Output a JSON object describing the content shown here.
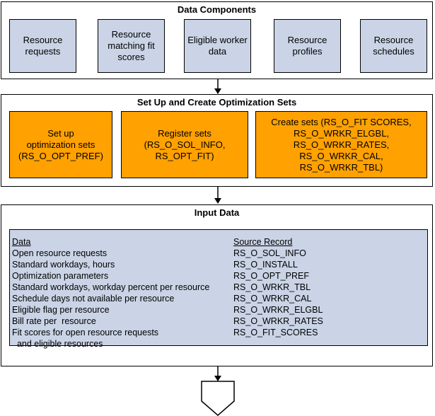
{
  "data_components": {
    "title": "Data Components",
    "boxes": [
      "Resource\nrequests",
      "Resource\nmatching fit\nscores",
      "Eligible worker\ndata",
      "Resource\nprofiles",
      "Resource\nschedules"
    ],
    "fill_color": "#cad4e6"
  },
  "optimization_sets": {
    "title": "Set Up and Create Optimization Sets",
    "boxes": [
      "Set up\noptimization sets\n(RS_O_OPT_PREF)",
      "Register sets\n(RS_O_SOL_INFO,\nRS_OPT_FIT)",
      "Create sets (RS_O_FIT SCORES,\nRS_O_WRKR_ELGBL,\nRS_O_WRKR_RATES,\nRS_O_WRKR_CAL,\nRS_O_WRKR_TBL)"
    ],
    "fill_color": "#ffa100"
  },
  "input_data": {
    "title": "Input Data",
    "data_header": "Data",
    "source_header": "Source Record",
    "data_rows": [
      "Open resource requests",
      "Standard workdays, hours",
      "Optimization parameters",
      "Standard workdays, workday percent per resource",
      "Schedule days not available per resource",
      "Eligible flag per resource",
      "Bill rate per  resource",
      "Fit scores for open resource requests",
      "  and eligible resources"
    ],
    "source_rows": [
      "RS_O_SOL_INFO",
      "RS_O_INSTALL",
      "RS_O_OPT_PREF",
      "RS_O_WRKR_TBL",
      "RS_O_WRKR_CAL",
      "RS_O_WRKR_ELGBL",
      "RS_O_WRKR_RATES",
      "RS_O_FIT_SCORES"
    ]
  }
}
